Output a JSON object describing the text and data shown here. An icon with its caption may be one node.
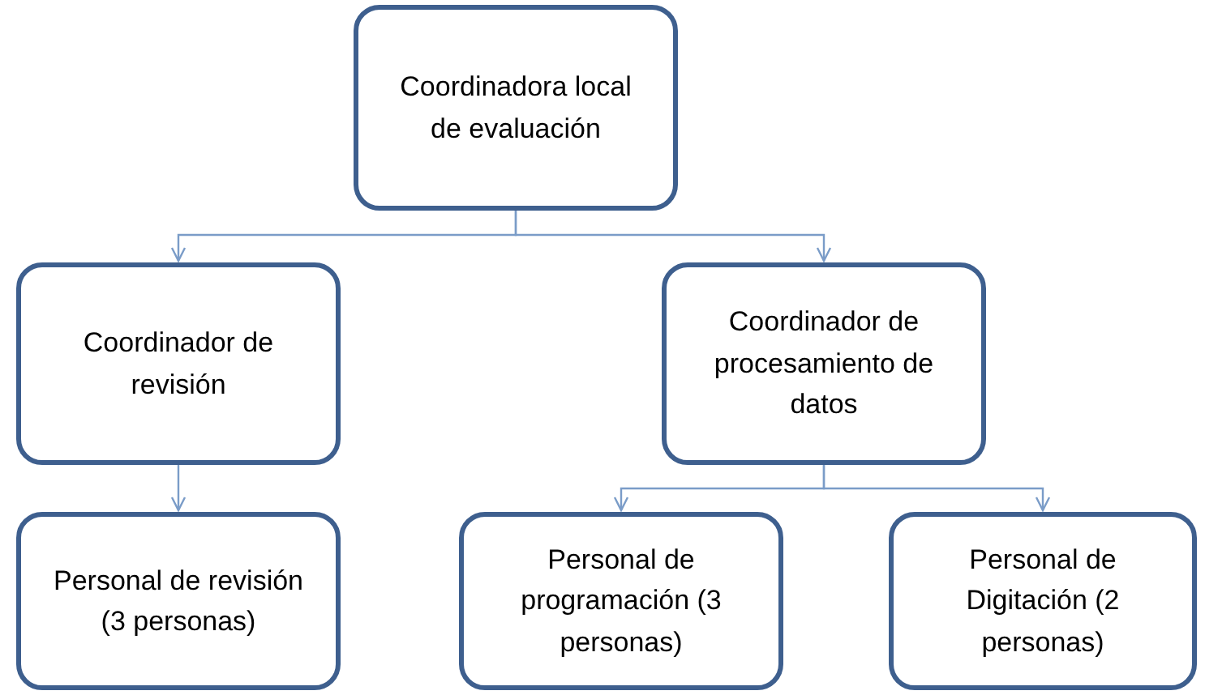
{
  "diagram": {
    "nodes": [
      {
        "text": [
          "Coordinadora local de evaluación"
        ]
      },
      {
        "text": [
          "Coordinador de revisión"
        ]
      },
      {
        "text": [
          "Coordinador de procesamiento de datos"
        ]
      },
      {
        "text": [
          "Personal de revisión (3 personas)"
        ]
      },
      {
        "text": [
          "Personal de programación (3 personas)"
        ]
      },
      {
        "text": [
          "Personal de Digitación (2 personas)"
        ]
      }
    ],
    "edges": [
      {
        "from": 0,
        "to": 1,
        "arrow": "to"
      },
      {
        "from": 0,
        "to": 2,
        "arrow": "to"
      },
      {
        "from": 1,
        "to": 3,
        "arrow": "to"
      },
      {
        "from": 2,
        "to": 4,
        "arrow": "to"
      },
      {
        "from": 2,
        "to": 5,
        "arrow": "to"
      }
    ]
  }
}
